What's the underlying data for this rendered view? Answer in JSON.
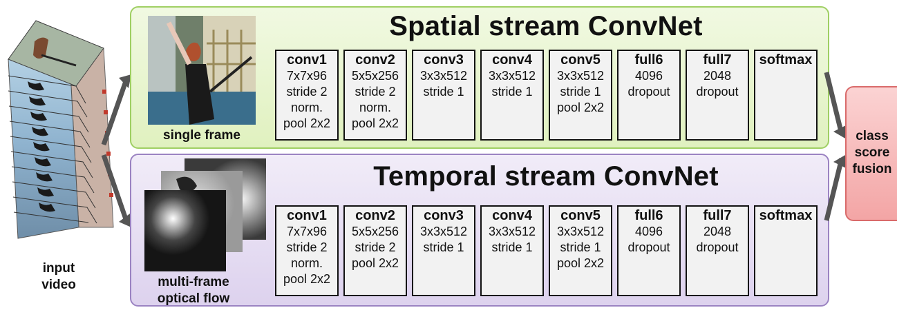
{
  "input": {
    "caption_line1": "input",
    "caption_line2": "video"
  },
  "spatial": {
    "title": "Spatial stream ConvNet",
    "caption": "single frame",
    "layers": [
      {
        "name": "conv1",
        "lines": [
          "7x7x96",
          "stride 2",
          "norm.",
          "pool 2x2"
        ]
      },
      {
        "name": "conv2",
        "lines": [
          "5x5x256",
          "stride 2",
          "norm.",
          "pool 2x2"
        ]
      },
      {
        "name": "conv3",
        "lines": [
          "3x3x512",
          "stride 1"
        ]
      },
      {
        "name": "conv4",
        "lines": [
          "3x3x512",
          "stride 1"
        ]
      },
      {
        "name": "conv5",
        "lines": [
          "3x3x512",
          "stride 1",
          "pool 2x2"
        ]
      },
      {
        "name": "full6",
        "lines": [
          "4096",
          "dropout"
        ]
      },
      {
        "name": "full7",
        "lines": [
          "2048",
          "dropout"
        ]
      },
      {
        "name": "softmax",
        "lines": []
      }
    ]
  },
  "temporal": {
    "title": "Temporal stream ConvNet",
    "caption_line1": "multi-frame",
    "caption_line2": "optical flow",
    "layers": [
      {
        "name": "conv1",
        "lines": [
          "7x7x96",
          "stride 2",
          "norm.",
          "pool 2x2"
        ]
      },
      {
        "name": "conv2",
        "lines": [
          "5x5x256",
          "stride 2",
          "pool 2x2"
        ]
      },
      {
        "name": "conv3",
        "lines": [
          "3x3x512",
          "stride 1"
        ]
      },
      {
        "name": "conv4",
        "lines": [
          "3x3x512",
          "stride 1"
        ]
      },
      {
        "name": "conv5",
        "lines": [
          "3x3x512",
          "stride 1",
          "pool 2x2"
        ]
      },
      {
        "name": "full6",
        "lines": [
          "4096",
          "dropout"
        ]
      },
      {
        "name": "full7",
        "lines": [
          "2048",
          "dropout"
        ]
      },
      {
        "name": "softmax",
        "lines": []
      }
    ]
  },
  "fusion": {
    "line1": "class",
    "line2": "score",
    "line3": "fusion"
  },
  "colors": {
    "spatial_fill": "#e0f1bf",
    "spatial_border": "#9fcf63",
    "temporal_fill": "#ddd2ee",
    "temporal_border": "#9b83c2",
    "fusion_fill": "#f3a5a5",
    "arrow": "#555555"
  }
}
